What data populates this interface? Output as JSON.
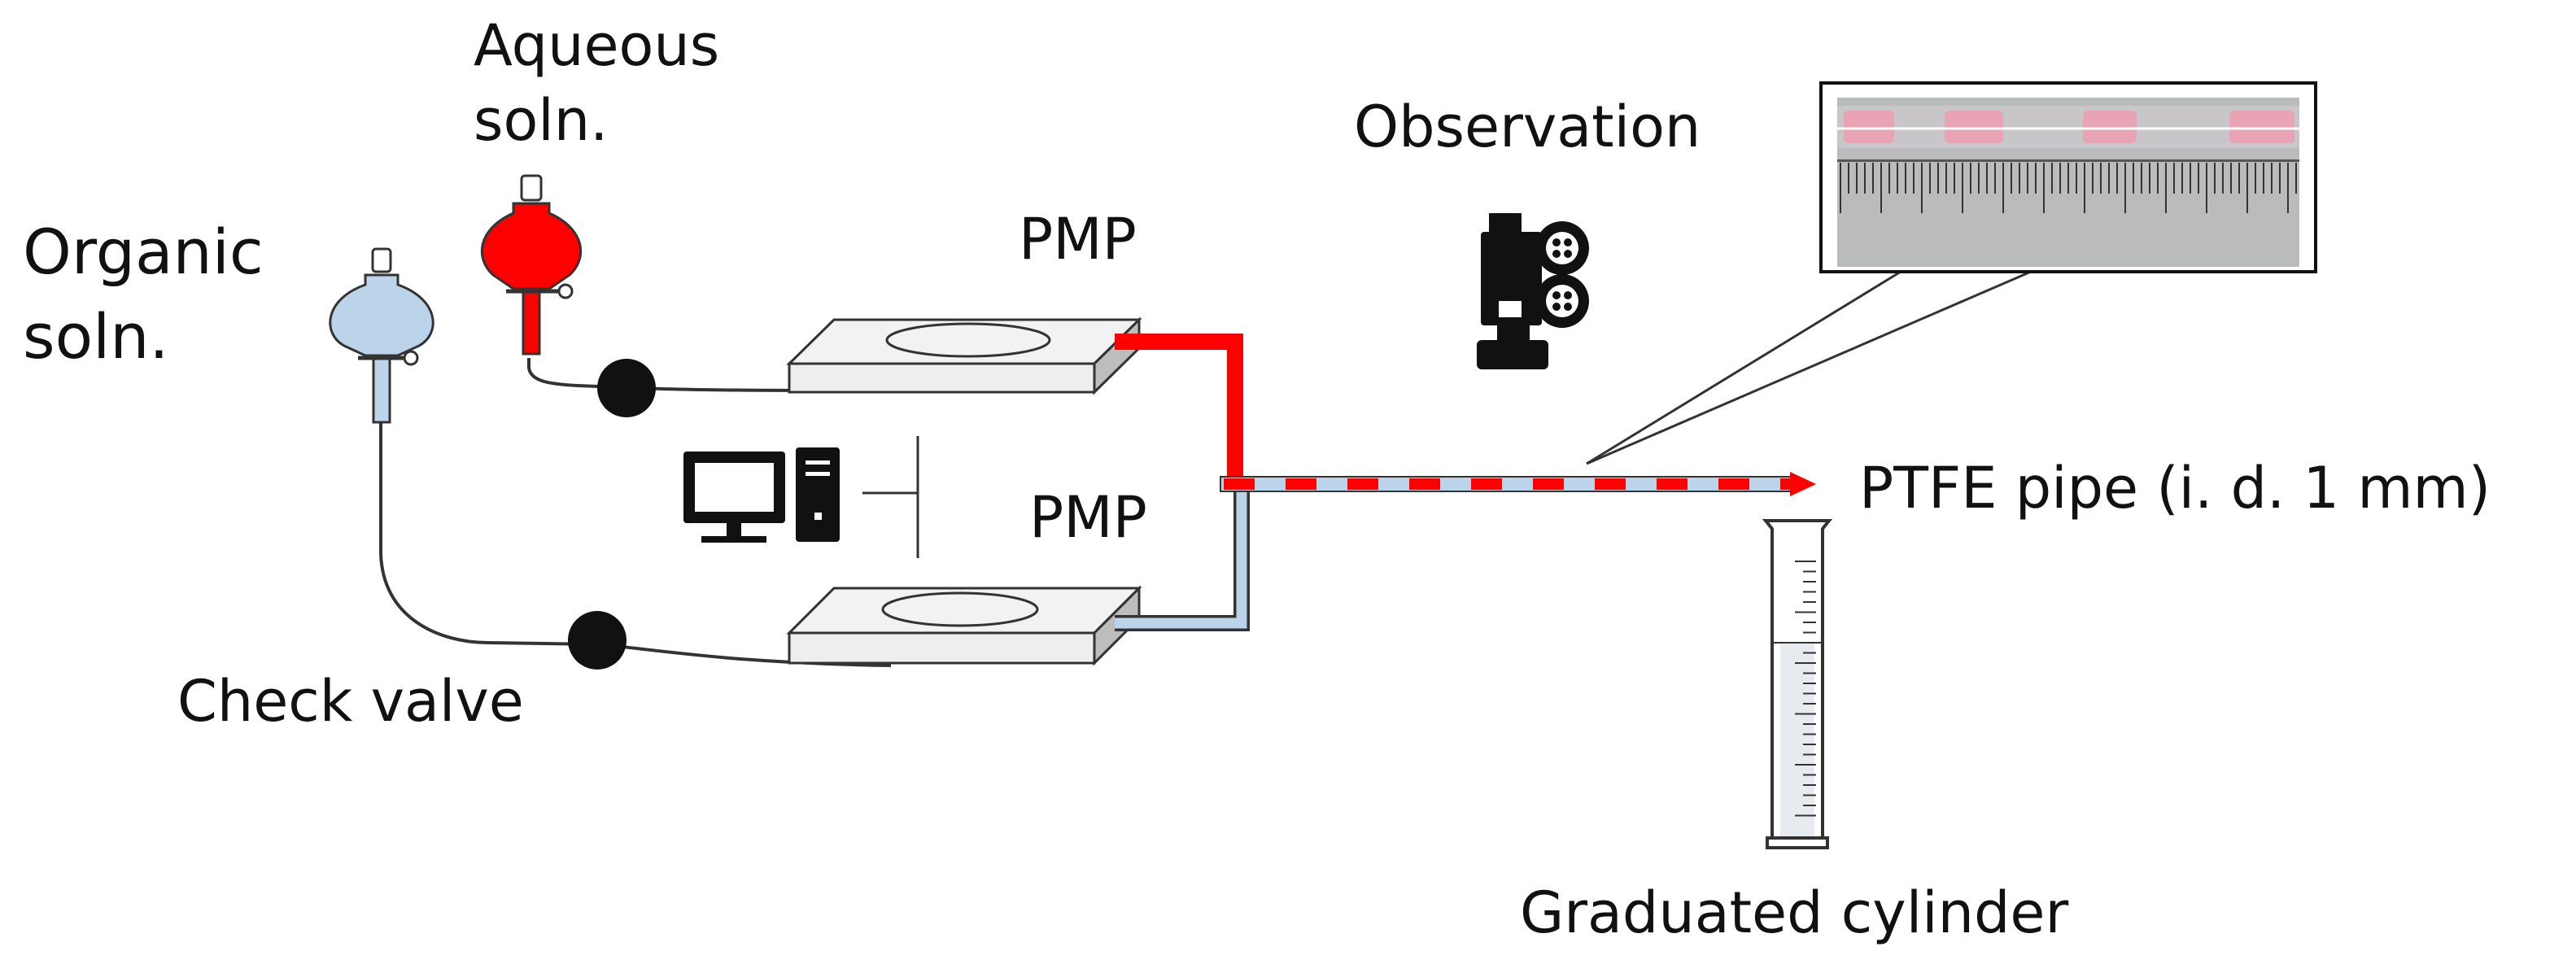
{
  "labels": {
    "aqueous_line1": "Aqueous",
    "aqueous_line2": "soln.",
    "organic_line1": "Organic",
    "organic_line2": "soln.",
    "check_valve": "Check valve",
    "pmp_top": "PMP",
    "pmp_bottom": "PMP",
    "observation": "Observation",
    "ptfe_pipe": "PTFE pipe (i. d. 1 mm)",
    "graduated_cylinder": "Graduated cylinder"
  },
  "colors": {
    "aqueous": "#ff0000",
    "organic": "#bcd4ea",
    "line": "#333333",
    "pump_face": "#f2f2f2",
    "pump_side": "#bdbdbd",
    "icon": "#111111"
  },
  "icons": {
    "aqueous_flask": "separatory-funnel-icon",
    "organic_flask": "separatory-funnel-icon",
    "valve": "check-valve-icon",
    "computer": "desktop-computer-icon",
    "camera": "video-camera-icon",
    "cylinder": "graduated-cylinder-icon",
    "photo": "pipe-observation-photo"
  }
}
